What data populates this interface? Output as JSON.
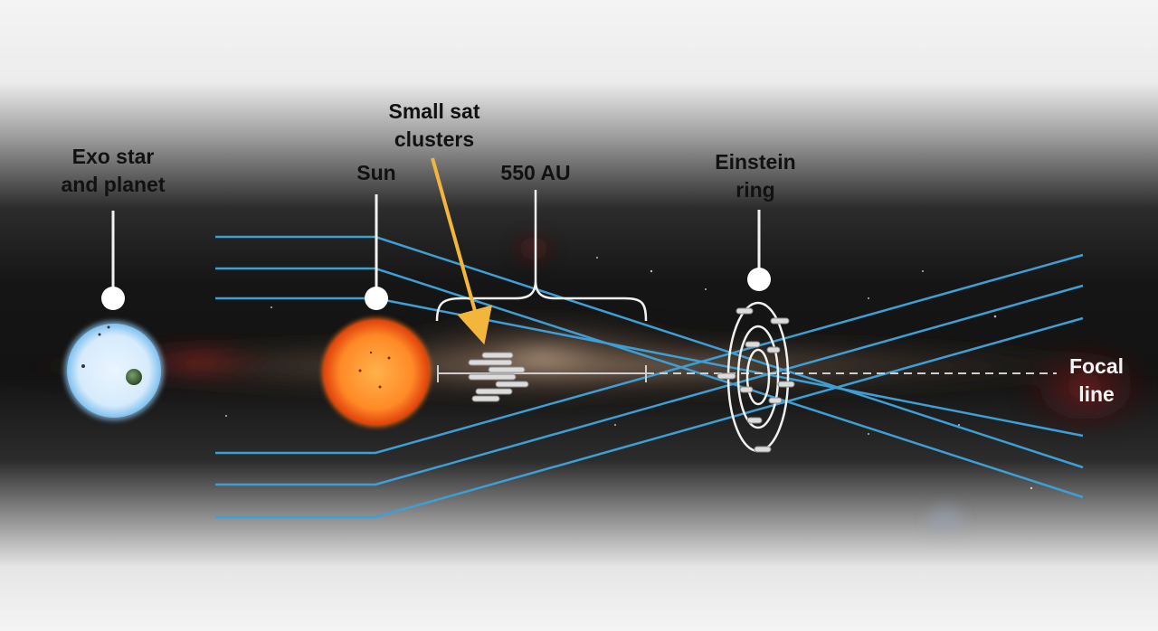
{
  "labels": {
    "exo": [
      "Exo star",
      "and planet"
    ],
    "sun": "Sun",
    "smallsat": [
      "Small sat",
      "clusters"
    ],
    "distance": "550 AU",
    "einstein": [
      "Einstein",
      "ring"
    ],
    "focal": [
      "Focal",
      "line"
    ]
  },
  "colors": {
    "light_ray": "#3d9fd6",
    "arrow": "#f2b63c",
    "sun_core": "#ff9a3a",
    "sun_edge": "#e2410c",
    "exo_star": "#dcefff",
    "sky": "#141414",
    "background": "#f4f4f4"
  }
}
